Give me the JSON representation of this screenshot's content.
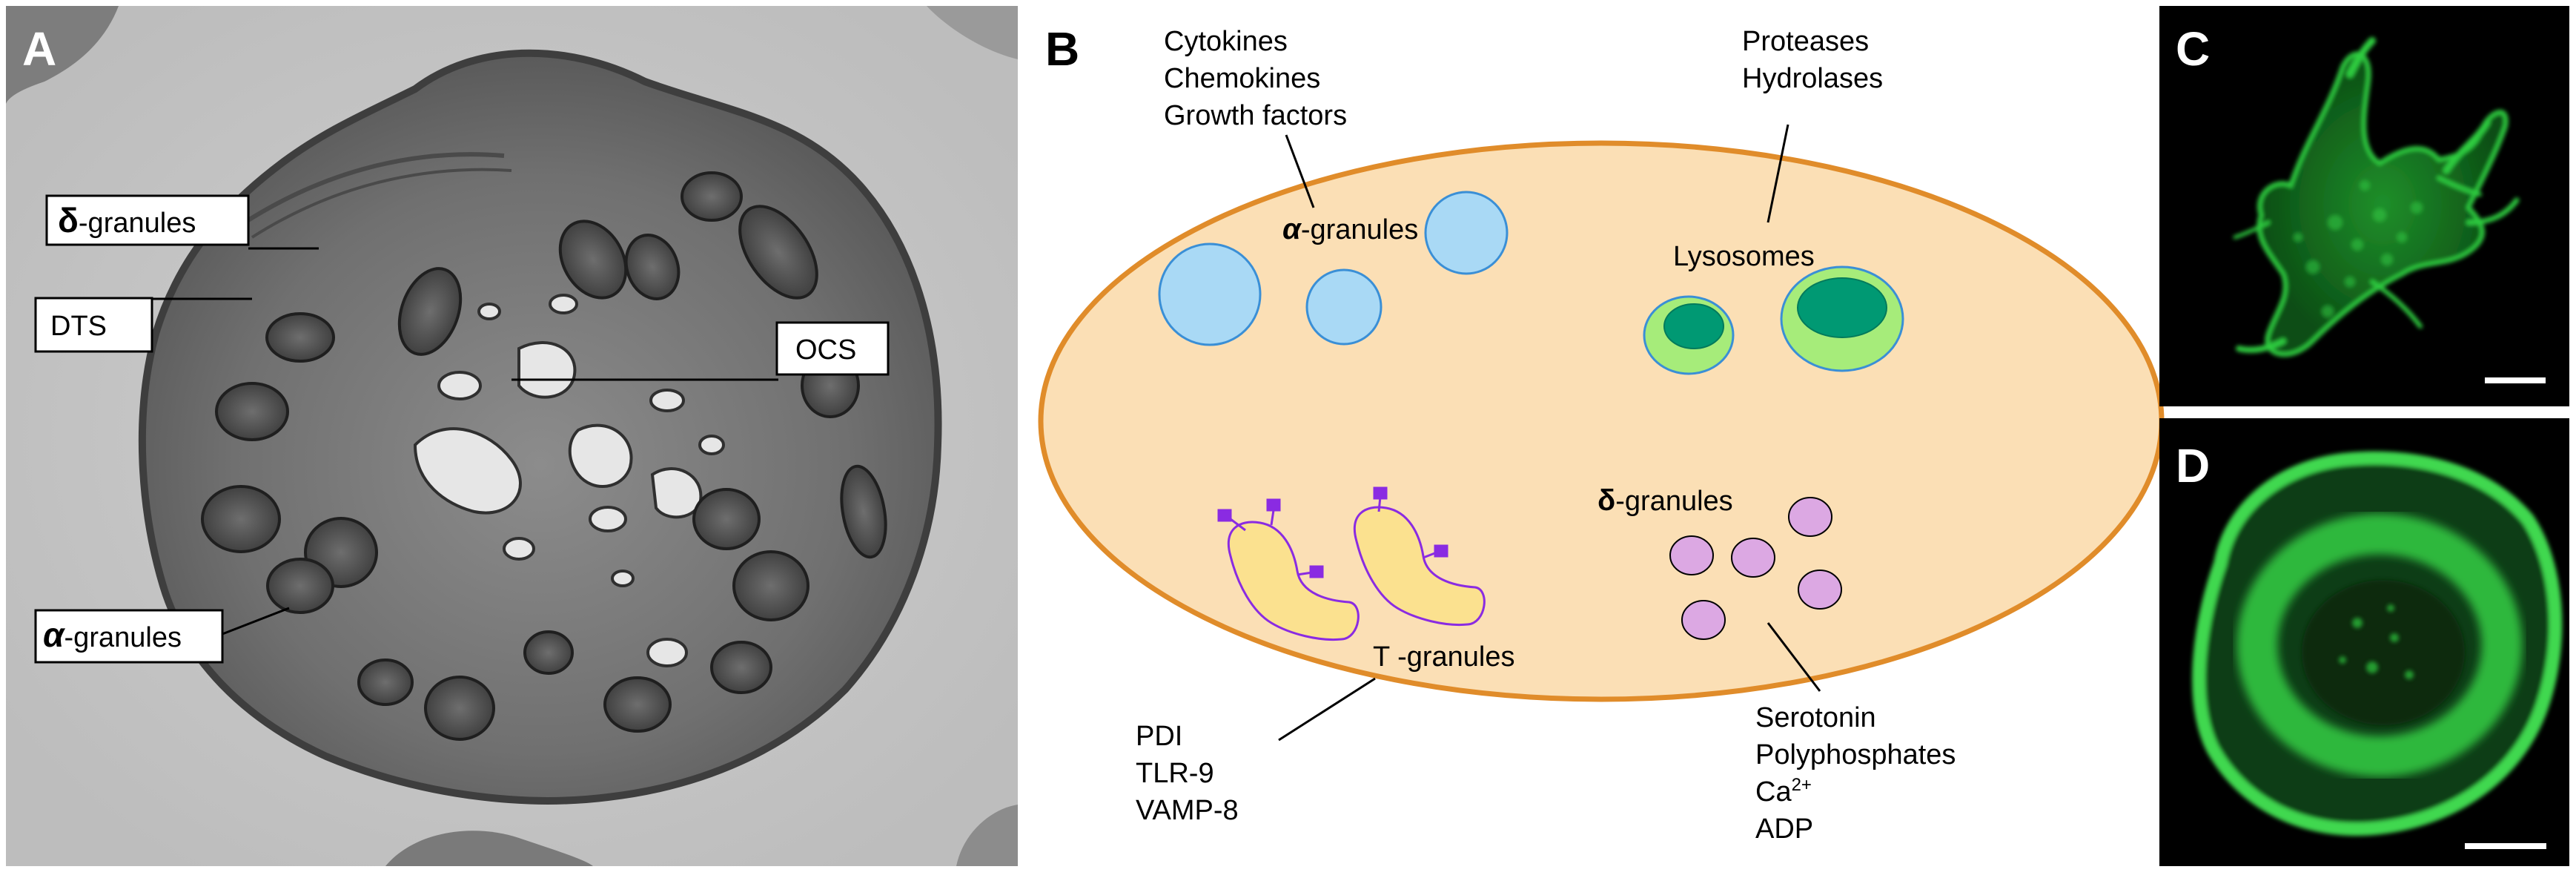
{
  "panels": {
    "a": {
      "letter": "A",
      "labels": {
        "delta_symbol": "δ",
        "delta_text": "-granules",
        "dts": "DTS",
        "ocs": "OCS",
        "alpha_symbol": "α",
        "alpha_text": "-granules"
      }
    },
    "b": {
      "letter": "B",
      "cytokines": [
        "Cytokines",
        "Chemokines",
        "Growth factors"
      ],
      "proteases": [
        "Proteases",
        "Hydrolases"
      ],
      "alpha_symbol": "α",
      "alpha_text": "-granules",
      "lysosomes": "Lysosomes",
      "delta_symbol": "δ",
      "delta_text": "-granules",
      "t_granules": "T -granules",
      "t_contents": [
        "PDI",
        "TLR-9",
        "VAMP-8"
      ],
      "delta_contents": {
        "serotonin": "Serotonin",
        "polyphosphates": "Polyphosphates",
        "ca": "Ca",
        "ca_sup": "2+",
        "adp": "ADP"
      }
    },
    "c": {
      "letter": "C"
    },
    "d": {
      "letter": "D"
    }
  },
  "colors": {
    "cell_fill": "#fbdfb5",
    "cell_stroke": "#e08c2a",
    "alpha_granule": "#a9d9f5",
    "lysosome_outer": "#a6ec7a",
    "lysosome_inner": "#009973",
    "delta_granule": "#dca8e3",
    "t_granule": "#fbe18f",
    "t_outline": "#8a2be2",
    "fluorescence": "#2ecc40"
  }
}
